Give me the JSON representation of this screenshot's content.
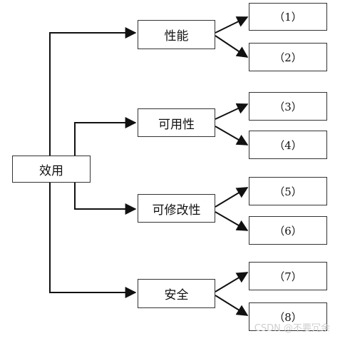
{
  "root": {
    "label": "效用"
  },
  "categories": [
    {
      "label": "性能",
      "items": [
        "（1）",
        "（2）"
      ]
    },
    {
      "label": "可用性",
      "items": [
        "（3）",
        "（4）"
      ]
    },
    {
      "label": "可修改性",
      "items": [
        "（5）",
        "（6）"
      ]
    },
    {
      "label": "安全",
      "items": [
        "（7）",
        "（8）"
      ]
    }
  ],
  "watermark": "CSDN @不要冗余"
}
